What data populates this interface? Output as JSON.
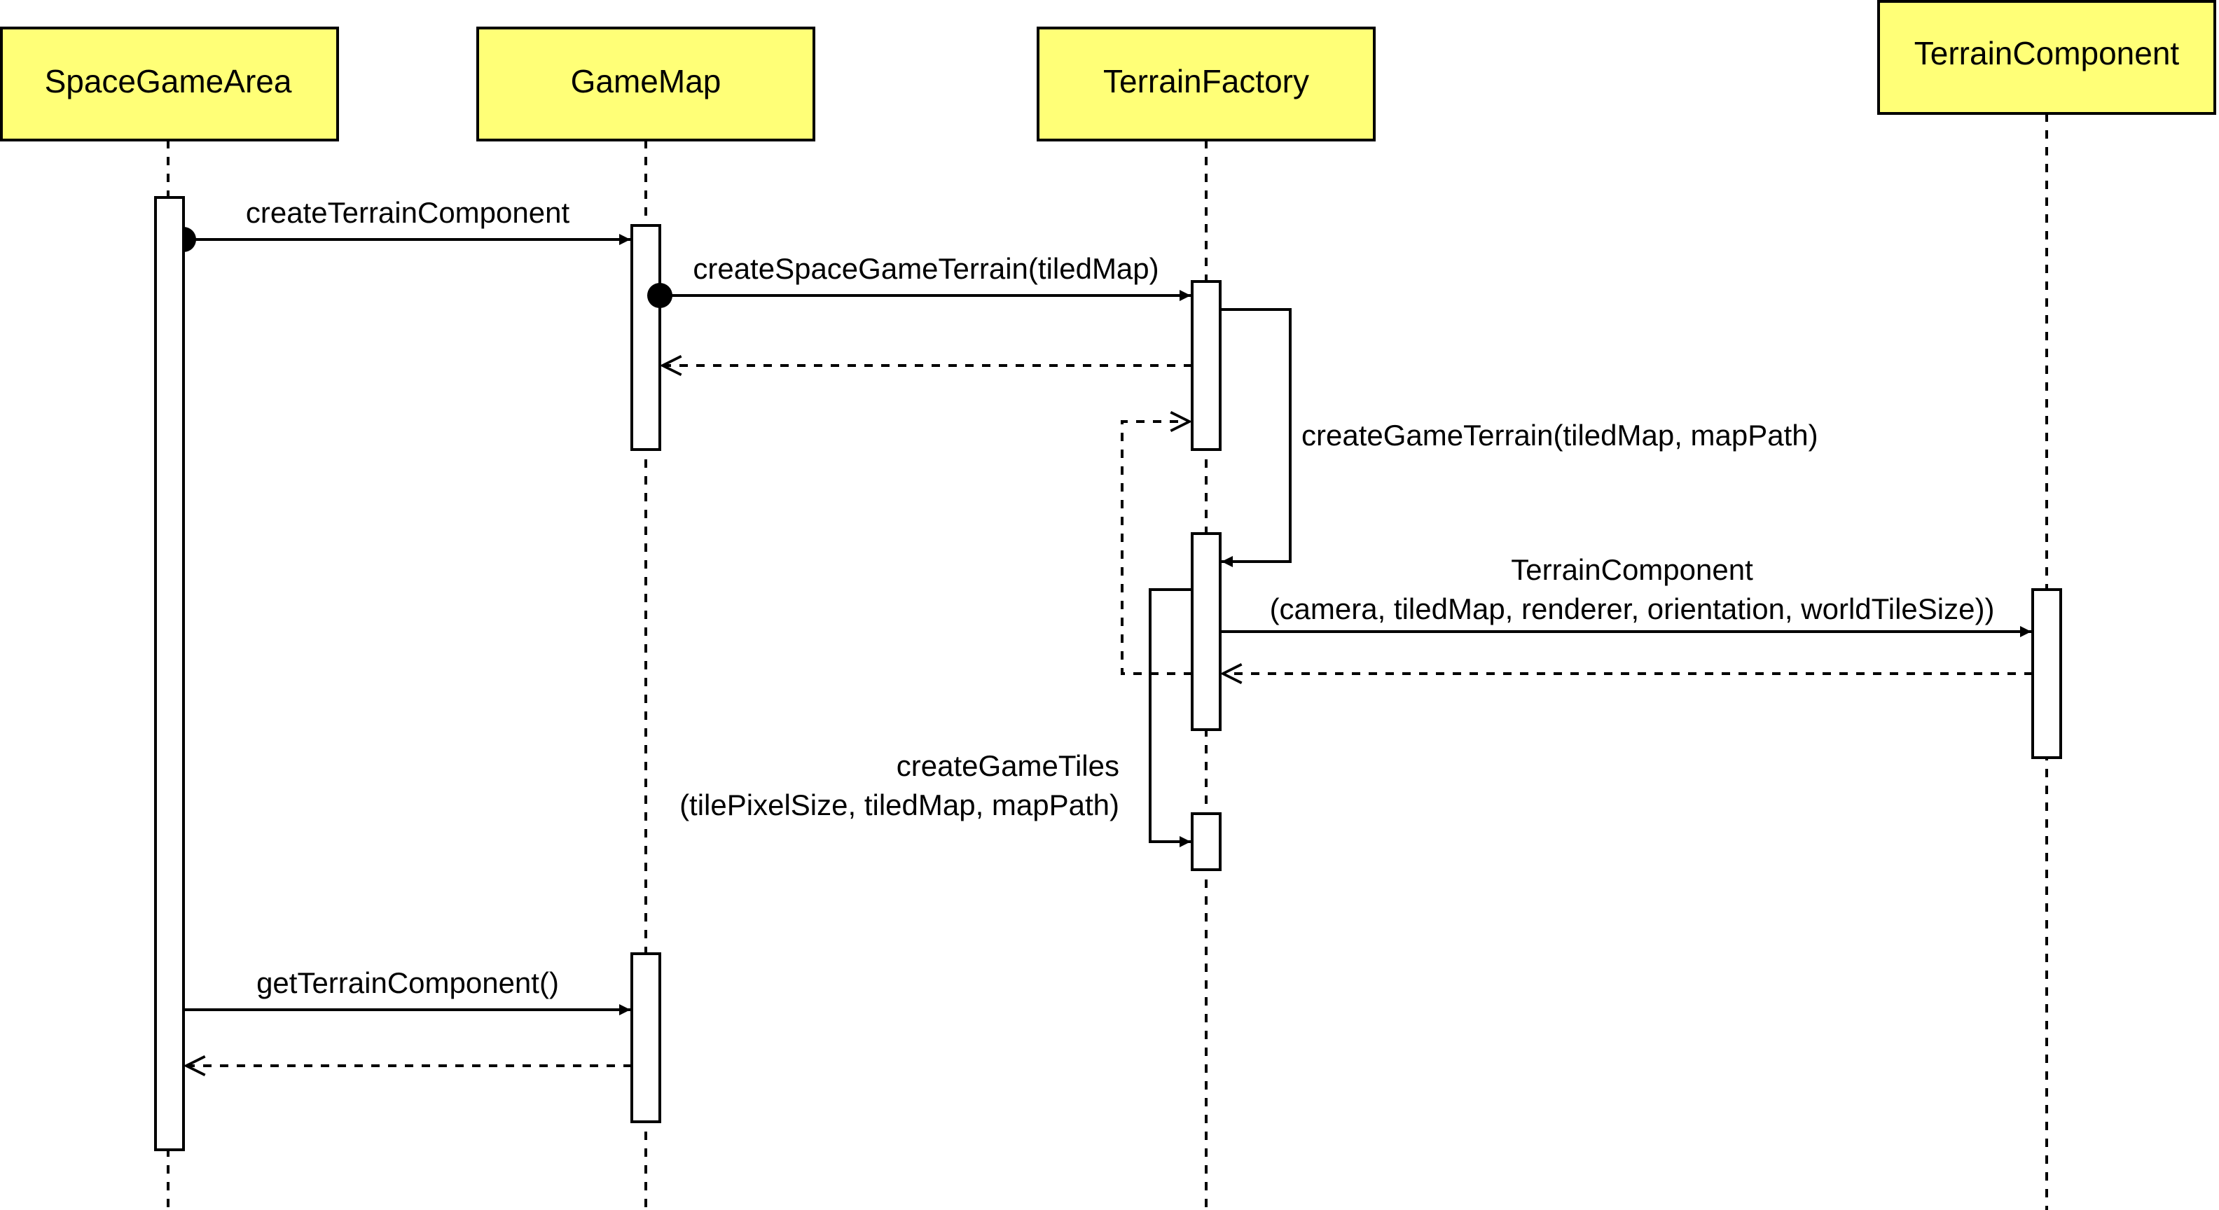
{
  "colors": {
    "participant_fill": "#ffff77",
    "stroke": "#000000",
    "background": "#ffffff"
  },
  "participants": [
    {
      "id": "space",
      "label": "SpaceGameArea"
    },
    {
      "id": "map",
      "label": "GameMap"
    },
    {
      "id": "factory",
      "label": "TerrainFactory"
    },
    {
      "id": "component",
      "label": "TerrainComponent"
    }
  ],
  "messages": {
    "m1": {
      "label": "createTerrainComponent",
      "kind": "sync-call"
    },
    "m2": {
      "label": "createSpaceGameTerrain(tiledMap)",
      "kind": "sync-call"
    },
    "m3": {
      "label": "",
      "kind": "return"
    },
    "m4": {
      "label": "createGameTerrain(tiledMap, mapPath)",
      "kind": "self-call"
    },
    "m5": {
      "line1": "TerrainComponent",
      "line2": "(camera, tiledMap, renderer, orientation, worldTileSize))",
      "kind": "sync-call"
    },
    "m6": {
      "label": "",
      "kind": "return"
    },
    "m7": {
      "label": "",
      "kind": "return"
    },
    "m8": {
      "line1": "createGameTiles",
      "line2": "(tilePixelSize, tiledMap, mapPath)",
      "kind": "self-call"
    },
    "m9": {
      "label": "getTerrainComponent()",
      "kind": "sync-call"
    },
    "m10": {
      "label": "",
      "kind": "return"
    }
  }
}
